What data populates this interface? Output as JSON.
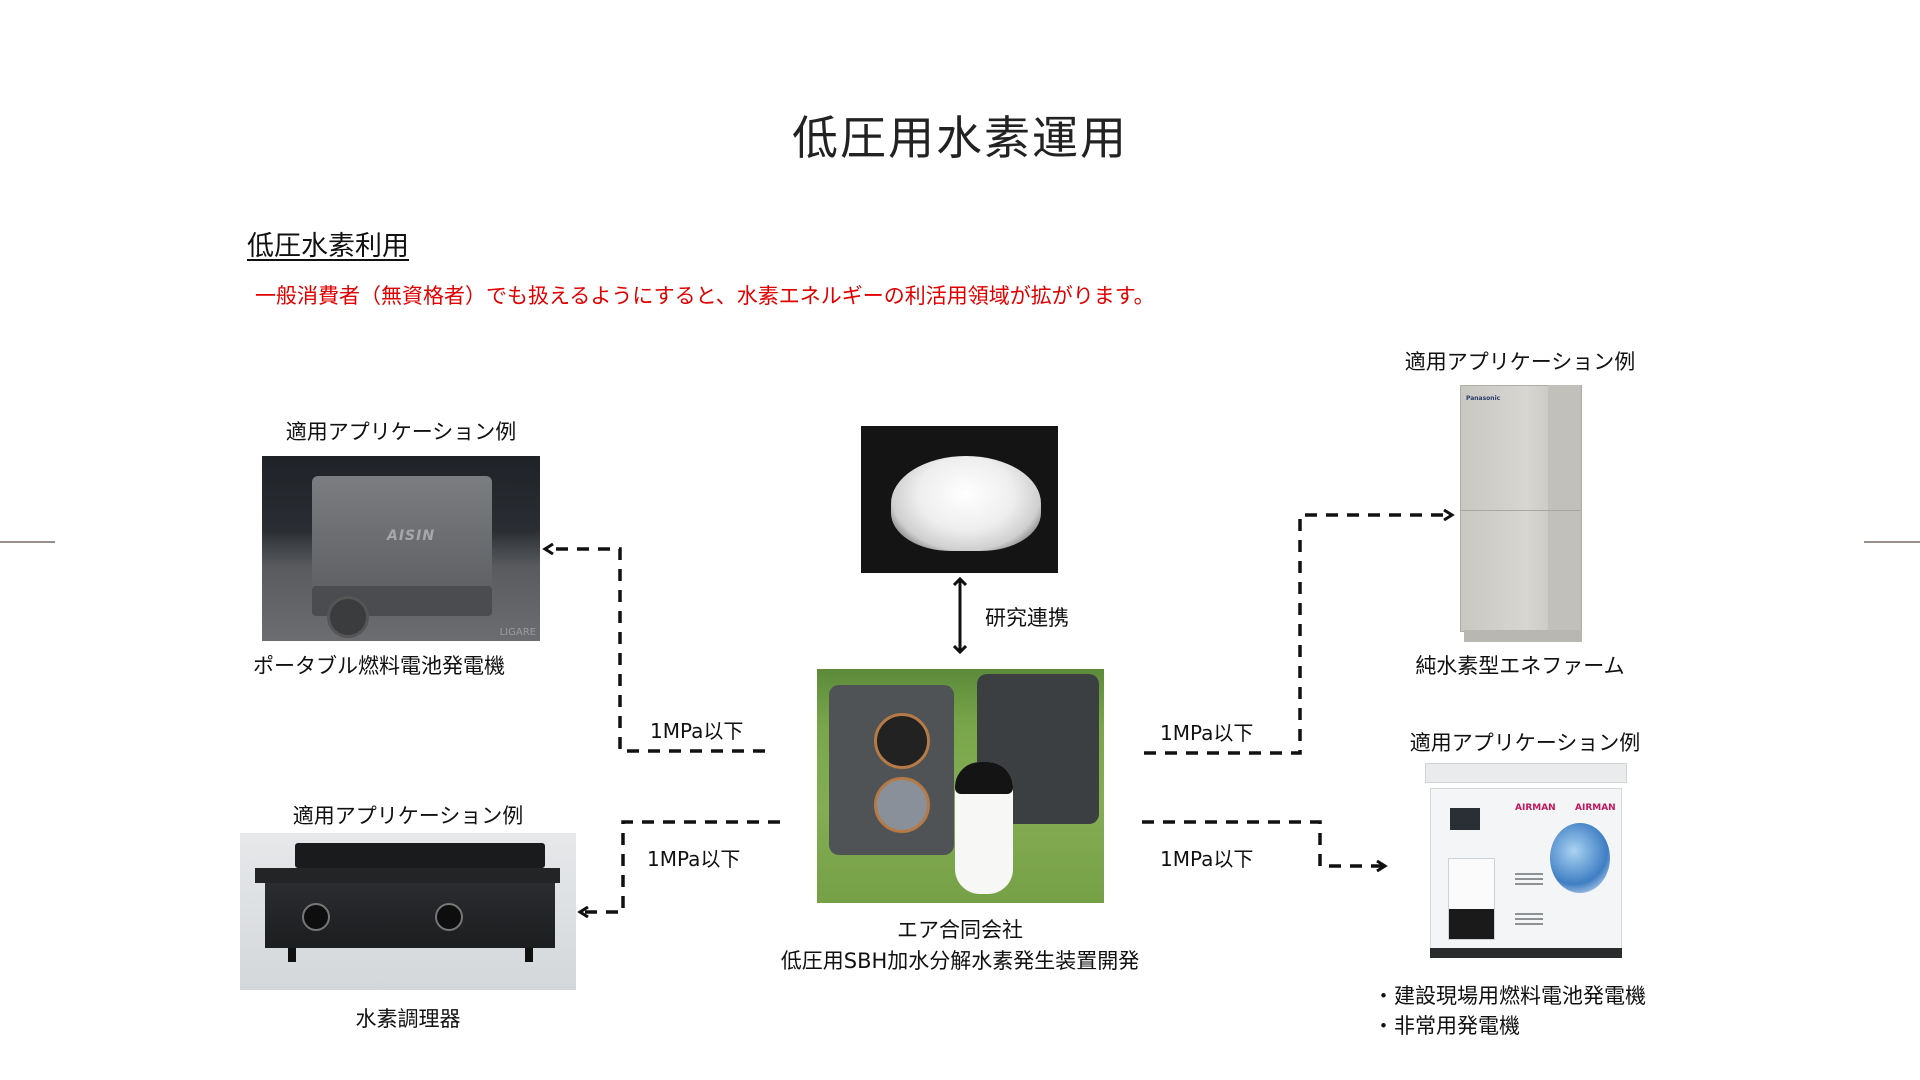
{
  "slide": {
    "title": "低圧用水素運用",
    "section_heading": "低圧水素利用",
    "lead_text": "一般消費者（無資格者）でも扱えるようにすると、水素エネルギーの利活用領域が拡がります。",
    "lead_color": "#e00000"
  },
  "center": {
    "partner_link_label": "研究連携",
    "company_name": "エア合同会社",
    "project_name": "低圧用SBH加水分解水素発生装置開発",
    "device_image_alt": "hydrogen generator device",
    "powder_image_alt": "SBH powder"
  },
  "applications": {
    "portable_fc": {
      "header": "適用アプリケーション例",
      "caption": "ポータブル燃料電池発電機",
      "image_brand": "AISIN",
      "image_credit": "LIGARE",
      "pressure_label": "1MPa以下"
    },
    "cooker": {
      "header": "適用アプリケーション例",
      "caption": "水素調理器",
      "pressure_label": "1MPa以下"
    },
    "enefarm": {
      "header": "適用アプリケーション例",
      "caption": "純水素型エネファーム",
      "image_brand": "Panasonic",
      "pressure_label": "1MPa以下"
    },
    "construction": {
      "header": "適用アプリケーション例",
      "captions": [
        "・建設現場用燃料電池発電機",
        "・非常用発電機"
      ],
      "image_brand": "AIRMAN",
      "pressure_label": "1MPa以下"
    }
  }
}
